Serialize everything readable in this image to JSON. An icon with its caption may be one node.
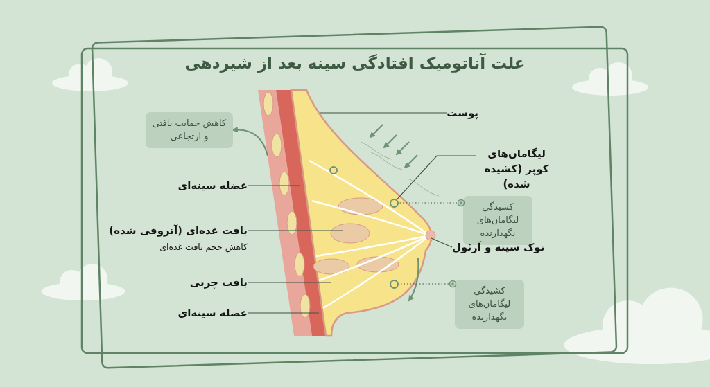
{
  "diagram": {
    "title": "علت آناتومیک افتادگی سینه بعد از شیردهی",
    "nodes": [
      {
        "text": [
          "کاهش حمایت بافتی و ارتجاعی"
        ]
      },
      {
        "text": [
          "پوست"
        ]
      },
      {
        "text": [
          "لیگامان‌های کوپر (کشیده شده)"
        ]
      },
      {
        "text": [],
        "shape": "circle"
      },
      {
        "text": [
          "کشیدگی لیگامان‌های نگهدارنده"
        ]
      },
      {
        "text": [
          "عضله سینه‌ای"
        ]
      },
      {
        "text": [
          "بافت غده‌ای (آتروفی شده)"
        ],
        "beside": [
          "کاهش حجم بافت غده‌ای"
        ]
      },
      {
        "text": [
          "نوک سینه و آرئول"
        ]
      },
      {
        "text": [
          "بافت چربی"
        ]
      },
      {
        "text": [],
        "shape": "circle"
      },
      {
        "text": [
          "کشیدگی لیگامان‌های نگهدارنده"
        ]
      },
      {
        "text": [
          "عضله سینه‌ای"
        ]
      }
    ],
    "edges": [
      {
        "from": null,
        "to": 0,
        "arrow": "to"
      },
      {
        "from": 1,
        "to": null,
        "arrow": "none"
      },
      {
        "from": 2,
        "to": 3,
        "arrow": "none"
      },
      {
        "from": 4,
        "to": 3,
        "arrow": "none",
        "style": "dashed"
      },
      {
        "from": 5,
        "to": null,
        "arrow": "none"
      },
      {
        "from": 6,
        "to": null,
        "arrow": "none"
      },
      {
        "from": 7,
        "to": null,
        "arrow": "none"
      },
      {
        "from": 8,
        "to": null,
        "arrow": "none"
      },
      {
        "from": 10,
        "to": 9,
        "arrow": "none",
        "style": "dashed"
      },
      {
        "from": 11,
        "to": null,
        "arrow": "none"
      }
    ]
  }
}
